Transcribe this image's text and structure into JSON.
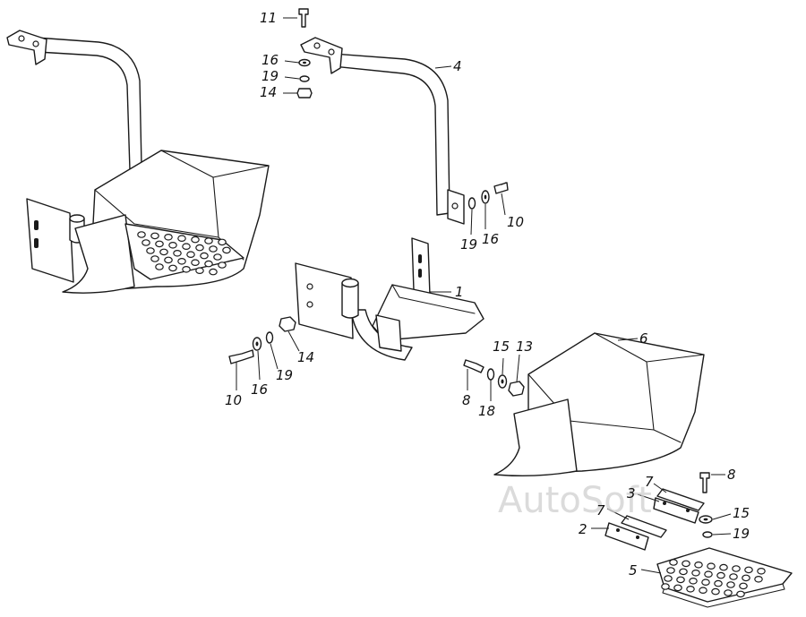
{
  "watermark": "AutoSoft",
  "colors": {
    "line": "#1a1a1a",
    "paper": "#ffffff",
    "watermark": "#cfcfcf"
  },
  "callouts": {
    "c11": "11",
    "c16a": "16",
    "c19a": "19",
    "c14a": "14",
    "c4": "4",
    "c10a": "10",
    "c16b": "16",
    "c19b": "19",
    "c1": "1",
    "c10b": "10",
    "c16c": "16",
    "c19c": "19",
    "c14b": "14",
    "c8a": "8",
    "c18": "18",
    "c15a": "15",
    "c13": "13",
    "c6": "6",
    "c7a": "7",
    "c3": "3",
    "c7b": "7",
    "c2": "2",
    "c8b": "8",
    "c15b": "15",
    "c19d": "19",
    "c5": "5"
  }
}
